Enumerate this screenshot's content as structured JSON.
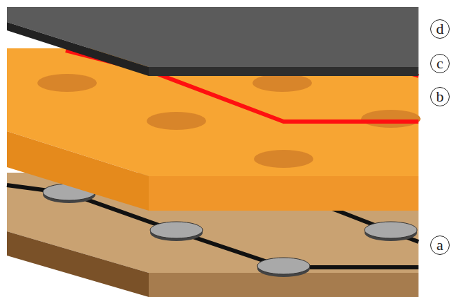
{
  "diagram": {
    "labels": [
      "d",
      "c",
      "b",
      "a"
    ]
  }
}
